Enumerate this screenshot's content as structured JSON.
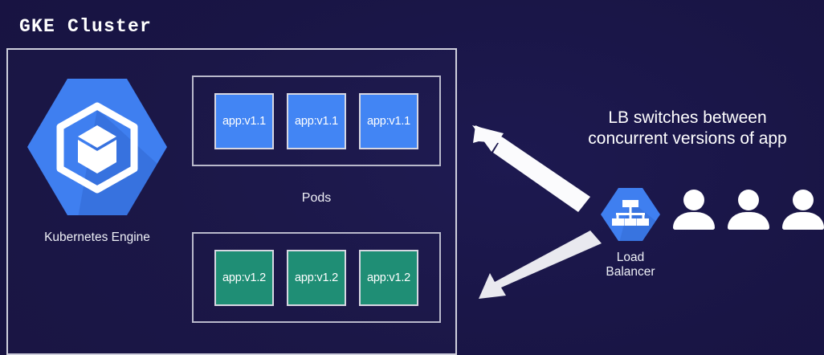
{
  "diagram": {
    "title": "GKE Cluster",
    "background_color": "#191546",
    "accent_blue": "#4285f4",
    "accent_teal": "#1f8e75",
    "border_color": "#cfcfdd"
  },
  "cluster": {
    "engine": {
      "icon": "kubernetes-engine-hexagon-icon",
      "label": "Kubernetes Engine"
    },
    "pods_label": "Pods",
    "pod_groups": [
      {
        "name": "v1.1",
        "color": "#4285f4",
        "pods": [
          {
            "label": "app:v1.1"
          },
          {
            "label": "app:v1.1"
          },
          {
            "label": "app:v1.1"
          }
        ]
      },
      {
        "name": "v1.2",
        "color": "#1f8e75",
        "pods": [
          {
            "label": "app:v1.2"
          },
          {
            "label": "app:v1.2"
          },
          {
            "label": "app:v1.2"
          }
        ]
      }
    ]
  },
  "load_balancer": {
    "icon": "load-balancer-hierarchy-icon",
    "label": "Load\nBalancer",
    "caption": "LB switches between\nconcurrent versions of app"
  },
  "users": {
    "icon": "user-icon",
    "count": 3
  },
  "arrows": [
    {
      "name": "arrow-to-v11",
      "direction": "up-left",
      "color": "#ffffff"
    },
    {
      "name": "arrow-to-v12",
      "direction": "down-left",
      "color": "#e8e8ee"
    }
  ]
}
